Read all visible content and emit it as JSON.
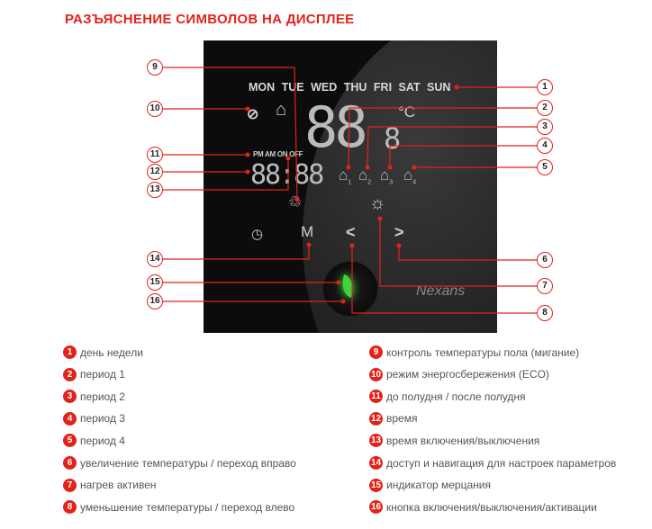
{
  "title": "РАЗЪЯСНЕНИЕ СИМВОЛОВ НА ДИСПЛЕЕ",
  "display": {
    "days": "MON TUE WED THU FRI SAT SUN",
    "temp": "88",
    "unit": "°C",
    "small": "8",
    "ampm": "PM AM ON OFF",
    "clock": "88:88",
    "mode": "M",
    "left_arrow": "<",
    "right_arrow": ">",
    "brand": "Nexans",
    "periods": [
      "1",
      "2",
      "3",
      "4"
    ]
  },
  "callouts": [
    "1",
    "2",
    "3",
    "4",
    "5",
    "6",
    "7",
    "8",
    "9",
    "10",
    "11",
    "12",
    "13",
    "14",
    "15",
    "16"
  ],
  "legend": [
    {
      "num": "1",
      "text": "день недели"
    },
    {
      "num": "2",
      "text": "период 1"
    },
    {
      "num": "3",
      "text": "период 2"
    },
    {
      "num": "4",
      "text": "период 3"
    },
    {
      "num": "5",
      "text": "период 4"
    },
    {
      "num": "6",
      "text": "увеличение температуры / переход вправо"
    },
    {
      "num": "7",
      "text": "нагрев активен"
    },
    {
      "num": "8",
      "text": "уменьшение температуры / переход влево"
    },
    {
      "num": "9",
      "text": "контроль температуры пола (мигание)"
    },
    {
      "num": "10",
      "text": "режим энергосбережения (ECO)"
    },
    {
      "num": "11",
      "text": "до полудня / после полудня"
    },
    {
      "num": "12",
      "text": "время"
    },
    {
      "num": "13",
      "text": "время включения/выключения"
    },
    {
      "num": "14",
      "text": "доступ и навигация для настроек параметров"
    },
    {
      "num": "15",
      "text": "индикатор мерцания"
    },
    {
      "num": "16",
      "text": "кнопка включения/выключения/активации"
    }
  ],
  "colors": {
    "accent": "#e2231a",
    "panel": "#0c0c0c",
    "led": "#3fd23a"
  }
}
